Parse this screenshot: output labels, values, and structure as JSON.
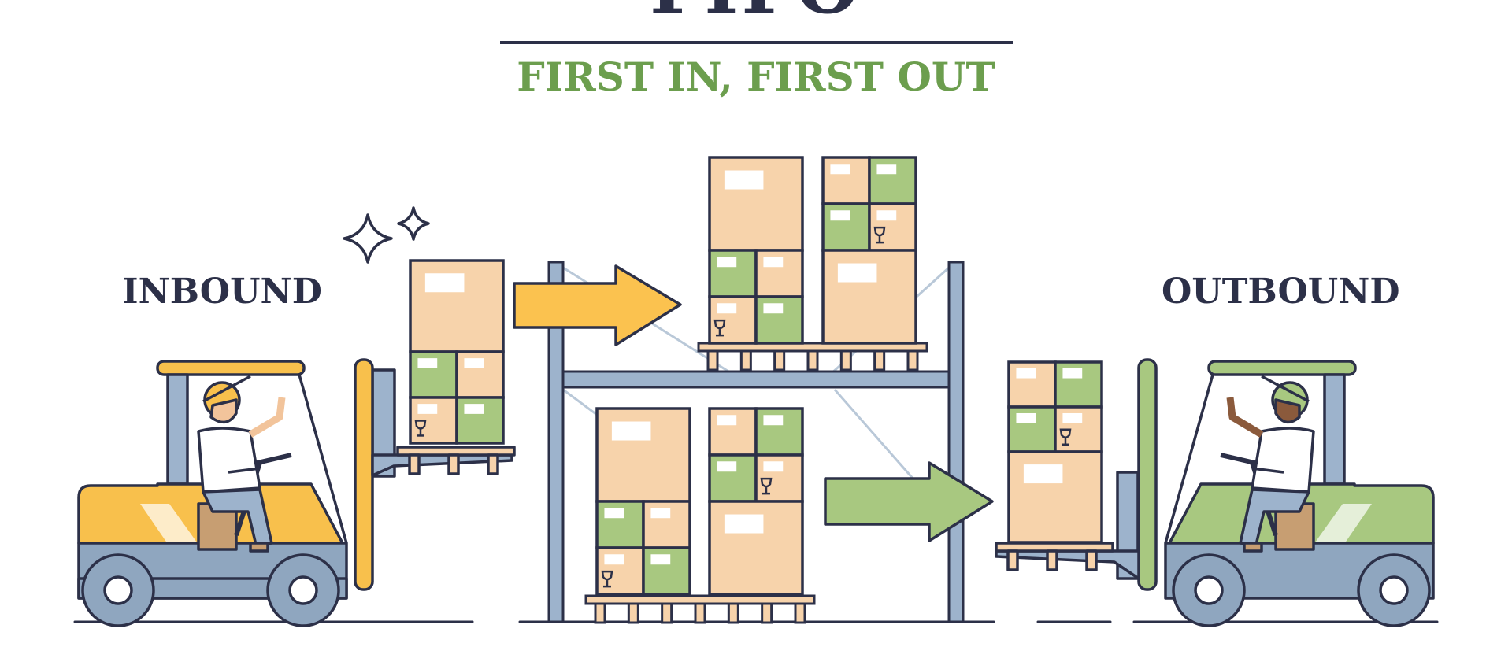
{
  "header": {
    "title": "FIFO",
    "subtitle": "FIRST IN, FIRST OUT"
  },
  "labels": {
    "inbound": "INBOUND",
    "outbound": "OUTBOUND"
  },
  "colors": {
    "dark_outline": "#2c3048",
    "green": "#6c9e4e",
    "box_tan": "#f7d3ab",
    "box_green": "#a8c880",
    "arrow_yellow": "#fbc24f",
    "arrow_green": "#a8c880",
    "rack_blue": "#9db3cc",
    "forklift_yellow": "#f8c04c",
    "forklift_green": "#a8c880",
    "forklift_body": "#8fa6bf"
  },
  "icons": {
    "sparkle": "sparkle-icon",
    "fragile": "fragile-glass-icon"
  }
}
